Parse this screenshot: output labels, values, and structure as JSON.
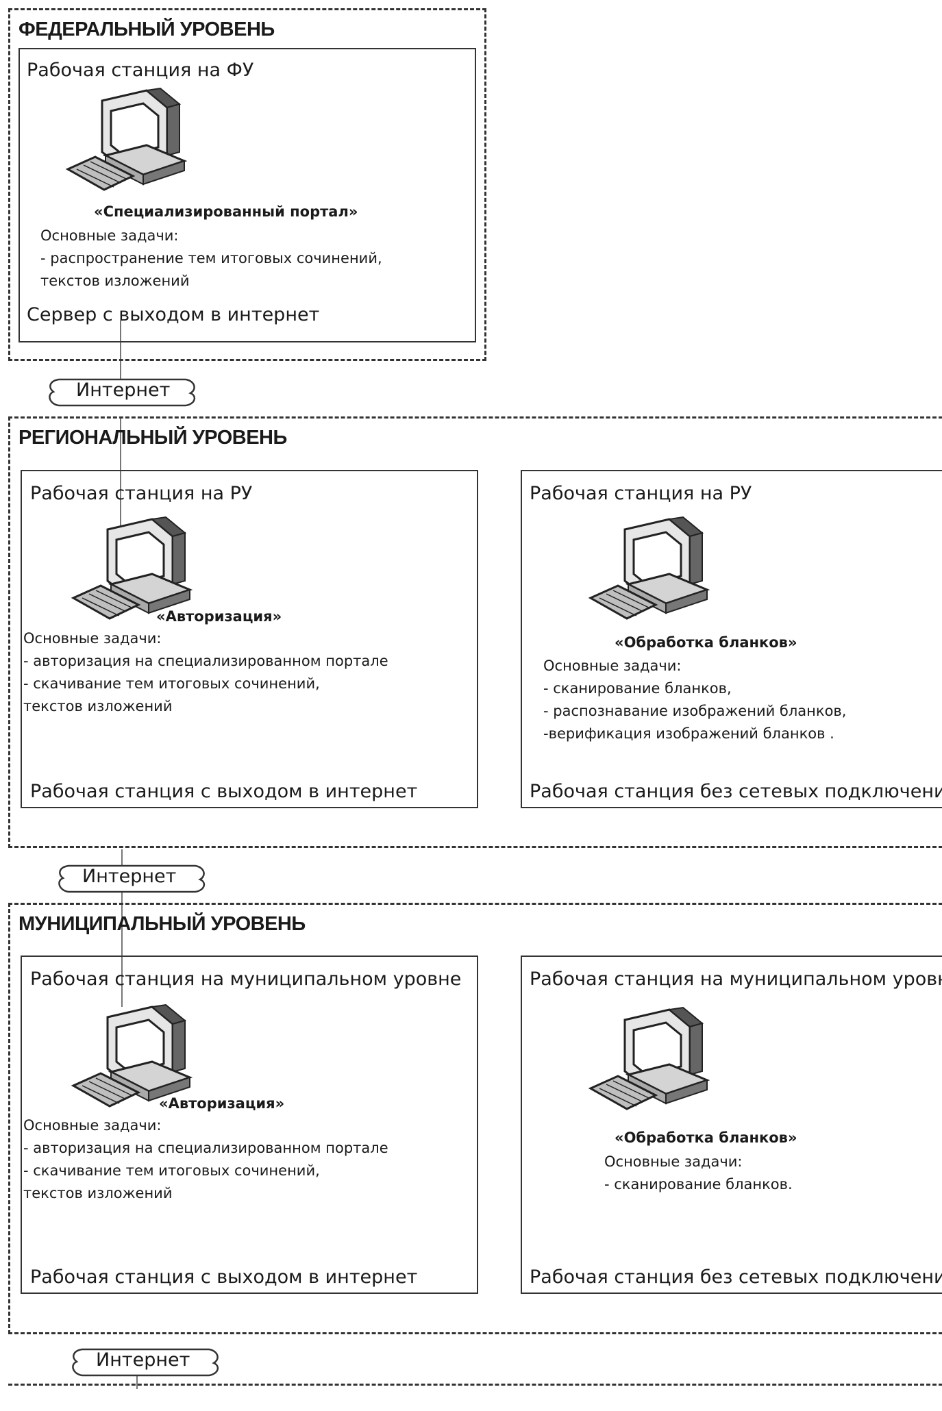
{
  "federal": {
    "title": "ФЕДЕРАЛЬНЫЙ УРОВЕНЬ",
    "station": {
      "title": "Рабочая станция на ФУ",
      "role": "«Специализированный портал»",
      "tasks_head": "Основные задачи:",
      "tasks": [
        "- распространение тем итоговых сочинений,",
        "текстов изложений"
      ],
      "footer": "Сервер с выходом в интернет"
    }
  },
  "internet_label": "Интернет",
  "regional": {
    "title": "РЕГИОНАЛЬНЫЙ УРОВЕНЬ",
    "left": {
      "title": "Рабочая станция на РУ",
      "role": "«Авторизация»",
      "tasks_head": "Основные задачи:",
      "tasks": [
        "- авторизация на специализированном портале",
        "- скачивание тем итоговых сочинений,",
        "текстов изложений"
      ],
      "footer": "Рабочая станция с выходом в интернет"
    },
    "right": {
      "title": "Рабочая станция на РУ",
      "role": "«Обработка бланков»",
      "tasks_head": "Основные задачи:",
      "tasks": [
        "- сканирование бланков,",
        "- распознавание изображений бланков,",
        "-верификация изображений бланков ."
      ],
      "footer": "Рабочая станция без сетевых подключений"
    }
  },
  "municipal": {
    "title": "МУНИЦИПАЛЬНЫЙ УРОВЕНЬ",
    "left": {
      "title": "Рабочая станция на муниципальном уровне",
      "role": "«Авторизация»",
      "tasks_head": "Основные задачи:",
      "tasks": [
        "- авторизация на специализированном портале",
        "- скачивание тем итоговых сочинений,",
        "текстов изложений"
      ],
      "footer": "Рабочая станция с выходом в интернет"
    },
    "right": {
      "title": "Рабочая станция на муниципальном уровне",
      "role": "«Обработка бланков»",
      "tasks_head": "Основные задачи:",
      "tasks": [
        "- сканирование бланков."
      ],
      "footer": "Рабочая станция без сетевых подключений"
    }
  },
  "icons": {
    "computer": "desktop-computer-icon",
    "cloud": "cloud-icon"
  }
}
